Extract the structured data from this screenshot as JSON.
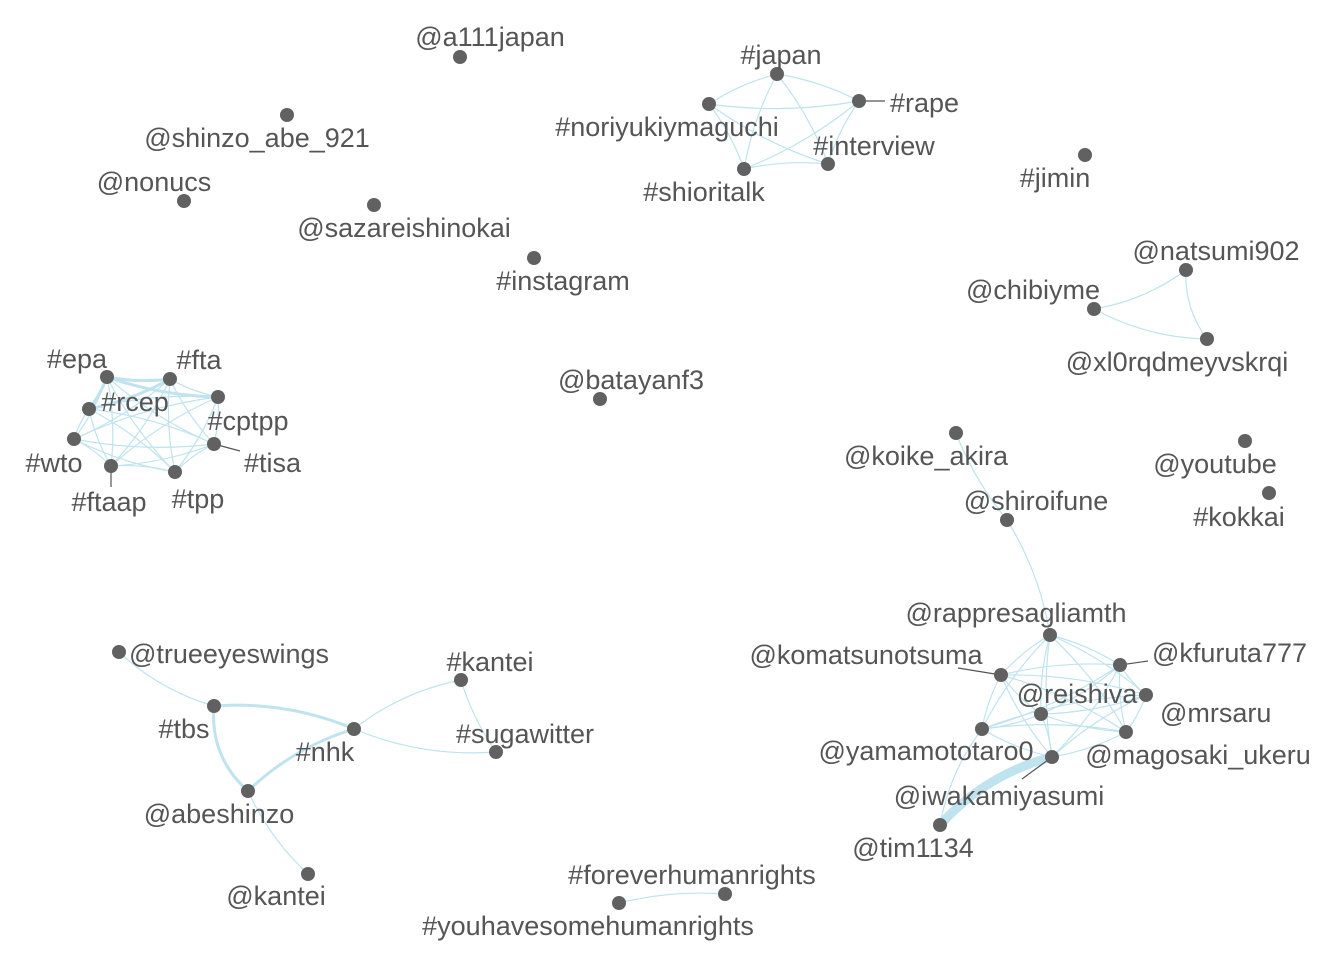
{
  "nodes": [
    {
      "id": "a111japan",
      "label": "@a111japan"
    },
    {
      "id": "shinzo_abe_921",
      "label": "@shinzo_abe_921"
    },
    {
      "id": "nonucs",
      "label": "@nonucs"
    },
    {
      "id": "sazareishinokai",
      "label": "@sazareishinokai"
    },
    {
      "id": "instagram",
      "label": "#instagram"
    },
    {
      "id": "japan",
      "label": "#japan"
    },
    {
      "id": "rape",
      "label": "#rape"
    },
    {
      "id": "noriyukiymaguchi",
      "label": "#noriyukiymaguchi"
    },
    {
      "id": "interview",
      "label": "#interview"
    },
    {
      "id": "shioritalk",
      "label": "#shioritalk"
    },
    {
      "id": "jimin",
      "label": "#jimin"
    },
    {
      "id": "natsumi902",
      "label": "@natsumi902"
    },
    {
      "id": "chibiyme",
      "label": "@chibiyme"
    },
    {
      "id": "xl0rqdmeyvskrqi",
      "label": "@xl0rqdmeyvskrqi"
    },
    {
      "id": "batayanf3",
      "label": "@batayanf3"
    },
    {
      "id": "epa",
      "label": "#epa"
    },
    {
      "id": "fta",
      "label": "#fta"
    },
    {
      "id": "rcep",
      "label": "#rcep"
    },
    {
      "id": "cptpp",
      "label": "#cptpp"
    },
    {
      "id": "wto",
      "label": "#wto"
    },
    {
      "id": "tisa",
      "label": "#tisa"
    },
    {
      "id": "ftaap",
      "label": "#ftaap"
    },
    {
      "id": "tpp",
      "label": "#tpp"
    },
    {
      "id": "koike_akira",
      "label": "@koike_akira"
    },
    {
      "id": "youtube",
      "label": "@youtube"
    },
    {
      "id": "shiroifune",
      "label": "@shiroifune"
    },
    {
      "id": "kokkai",
      "label": "#kokkai"
    },
    {
      "id": "rappresagliamth",
      "label": "@rappresagliamth"
    },
    {
      "id": "komatsunotsuma",
      "label": "@komatsunotsuma"
    },
    {
      "id": "kfuruta777",
      "label": "@kfuruta777"
    },
    {
      "id": "reishiva",
      "label": "@reishiva"
    },
    {
      "id": "mrsaru",
      "label": "@mrsaru"
    },
    {
      "id": "yamamototaro0",
      "label": "@yamamototaro0"
    },
    {
      "id": "magosaki_ukeru",
      "label": "@magosaki_ukeru"
    },
    {
      "id": "iwakamiyasumi",
      "label": "@iwakamiyasumi"
    },
    {
      "id": "tim1134",
      "label": "@tim1134"
    },
    {
      "id": "trueeyeswings",
      "label": "@trueeyeswings"
    },
    {
      "id": "kantei_tag",
      "label": "#kantei"
    },
    {
      "id": "tbs",
      "label": "#tbs"
    },
    {
      "id": "nhk",
      "label": "#nhk"
    },
    {
      "id": "sugawitter",
      "label": "#sugawitter"
    },
    {
      "id": "abeshinzo",
      "label": "@abeshinzo"
    },
    {
      "id": "kantei_user",
      "label": "@kantei"
    },
    {
      "id": "foreverhumanrights",
      "label": "#foreverhumanrights"
    },
    {
      "id": "youhavesomehumanrights",
      "label": "#youhavesomehumanrights"
    }
  ],
  "edges": [
    {
      "source": "japan",
      "target": "rape",
      "weight": 1
    },
    {
      "source": "japan",
      "target": "noriyukiymaguchi",
      "weight": 1
    },
    {
      "source": "japan",
      "target": "interview",
      "weight": 1
    },
    {
      "source": "japan",
      "target": "shioritalk",
      "weight": 1
    },
    {
      "source": "rape",
      "target": "noriyukiymaguchi",
      "weight": 1
    },
    {
      "source": "rape",
      "target": "interview",
      "weight": 1
    },
    {
      "source": "rape",
      "target": "shioritalk",
      "weight": 1
    },
    {
      "source": "noriyukiymaguchi",
      "target": "interview",
      "weight": 1
    },
    {
      "source": "noriyukiymaguchi",
      "target": "shioritalk",
      "weight": 1
    },
    {
      "source": "interview",
      "target": "shioritalk",
      "weight": 1
    },
    {
      "source": "natsumi902",
      "target": "chibiyme",
      "weight": 1
    },
    {
      "source": "natsumi902",
      "target": "xl0rqdmeyvskrqi",
      "weight": 1
    },
    {
      "source": "chibiyme",
      "target": "xl0rqdmeyvskrqi",
      "weight": 1
    },
    {
      "source": "epa",
      "target": "fta",
      "weight": 2
    },
    {
      "source": "epa",
      "target": "rcep",
      "weight": 2
    },
    {
      "source": "epa",
      "target": "cptpp",
      "weight": 2
    },
    {
      "source": "epa",
      "target": "wto",
      "weight": 1
    },
    {
      "source": "epa",
      "target": "tisa",
      "weight": 1
    },
    {
      "source": "epa",
      "target": "ftaap",
      "weight": 1
    },
    {
      "source": "epa",
      "target": "tpp",
      "weight": 1
    },
    {
      "source": "fta",
      "target": "rcep",
      "weight": 2
    },
    {
      "source": "fta",
      "target": "cptpp",
      "weight": 1
    },
    {
      "source": "fta",
      "target": "wto",
      "weight": 1
    },
    {
      "source": "fta",
      "target": "tisa",
      "weight": 1
    },
    {
      "source": "fta",
      "target": "ftaap",
      "weight": 1
    },
    {
      "source": "fta",
      "target": "tpp",
      "weight": 1
    },
    {
      "source": "rcep",
      "target": "cptpp",
      "weight": 1
    },
    {
      "source": "rcep",
      "target": "wto",
      "weight": 1
    },
    {
      "source": "rcep",
      "target": "tisa",
      "weight": 1
    },
    {
      "source": "rcep",
      "target": "ftaap",
      "weight": 1
    },
    {
      "source": "rcep",
      "target": "tpp",
      "weight": 1
    },
    {
      "source": "cptpp",
      "target": "wto",
      "weight": 1
    },
    {
      "source": "cptpp",
      "target": "tisa",
      "weight": 1
    },
    {
      "source": "cptpp",
      "target": "ftaap",
      "weight": 1
    },
    {
      "source": "cptpp",
      "target": "tpp",
      "weight": 1
    },
    {
      "source": "wto",
      "target": "tisa",
      "weight": 1
    },
    {
      "source": "wto",
      "target": "ftaap",
      "weight": 1
    },
    {
      "source": "wto",
      "target": "tpp",
      "weight": 1
    },
    {
      "source": "tisa",
      "target": "ftaap",
      "weight": 1
    },
    {
      "source": "tisa",
      "target": "tpp",
      "weight": 1
    },
    {
      "source": "ftaap",
      "target": "tpp",
      "weight": 1
    },
    {
      "source": "koike_akira",
      "target": "shiroifune",
      "weight": 1
    },
    {
      "source": "shiroifune",
      "target": "rappresagliamth",
      "weight": 1
    },
    {
      "source": "rappresagliamth",
      "target": "komatsunotsuma",
      "weight": 1
    },
    {
      "source": "rappresagliamth",
      "target": "kfuruta777",
      "weight": 1
    },
    {
      "source": "rappresagliamth",
      "target": "reishiva",
      "weight": 1
    },
    {
      "source": "rappresagliamth",
      "target": "mrsaru",
      "weight": 1
    },
    {
      "source": "rappresagliamth",
      "target": "yamamototaro0",
      "weight": 1
    },
    {
      "source": "rappresagliamth",
      "target": "magosaki_ukeru",
      "weight": 1
    },
    {
      "source": "rappresagliamth",
      "target": "iwakamiyasumi",
      "weight": 1
    },
    {
      "source": "komatsunotsuma",
      "target": "kfuruta777",
      "weight": 1
    },
    {
      "source": "komatsunotsuma",
      "target": "reishiva",
      "weight": 1
    },
    {
      "source": "komatsunotsuma",
      "target": "mrsaru",
      "weight": 1
    },
    {
      "source": "komatsunotsuma",
      "target": "yamamototaro0",
      "weight": 1
    },
    {
      "source": "komatsunotsuma",
      "target": "magosaki_ukeru",
      "weight": 1
    },
    {
      "source": "komatsunotsuma",
      "target": "iwakamiyasumi",
      "weight": 1
    },
    {
      "source": "kfuruta777",
      "target": "reishiva",
      "weight": 1
    },
    {
      "source": "kfuruta777",
      "target": "mrsaru",
      "weight": 1
    },
    {
      "source": "kfuruta777",
      "target": "yamamototaro0",
      "weight": 1
    },
    {
      "source": "kfuruta777",
      "target": "magosaki_ukeru",
      "weight": 1
    },
    {
      "source": "kfuruta777",
      "target": "iwakamiyasumi",
      "weight": 1
    },
    {
      "source": "reishiva",
      "target": "mrsaru",
      "weight": 1
    },
    {
      "source": "reishiva",
      "target": "yamamototaro0",
      "weight": 1
    },
    {
      "source": "reishiva",
      "target": "magosaki_ukeru",
      "weight": 1
    },
    {
      "source": "reishiva",
      "target": "iwakamiyasumi",
      "weight": 1
    },
    {
      "source": "mrsaru",
      "target": "yamamototaro0",
      "weight": 1
    },
    {
      "source": "mrsaru",
      "target": "magosaki_ukeru",
      "weight": 1
    },
    {
      "source": "mrsaru",
      "target": "iwakamiyasumi",
      "weight": 1
    },
    {
      "source": "yamamototaro0",
      "target": "magosaki_ukeru",
      "weight": 1
    },
    {
      "source": "yamamototaro0",
      "target": "iwakamiyasumi",
      "weight": 1
    },
    {
      "source": "magosaki_ukeru",
      "target": "iwakamiyasumi",
      "weight": 1
    },
    {
      "source": "iwakamiyasumi",
      "target": "tim1134",
      "weight": 6
    },
    {
      "source": "yamamototaro0",
      "target": "tim1134",
      "weight": 1
    },
    {
      "source": "trueeyeswings",
      "target": "tbs",
      "weight": 1
    },
    {
      "source": "tbs",
      "target": "nhk",
      "weight": 2
    },
    {
      "source": "tbs",
      "target": "abeshinzo",
      "weight": 2
    },
    {
      "source": "nhk",
      "target": "abeshinzo",
      "weight": 2
    },
    {
      "source": "nhk",
      "target": "kantei_tag",
      "weight": 1
    },
    {
      "source": "nhk",
      "target": "sugawitter",
      "weight": 1
    },
    {
      "source": "kantei_tag",
      "target": "sugawitter",
      "weight": 1
    },
    {
      "source": "abeshinzo",
      "target": "kantei_user",
      "weight": 1
    },
    {
      "source": "foreverhumanrights",
      "target": "youhavesomehumanrights",
      "weight": 1
    }
  ]
}
